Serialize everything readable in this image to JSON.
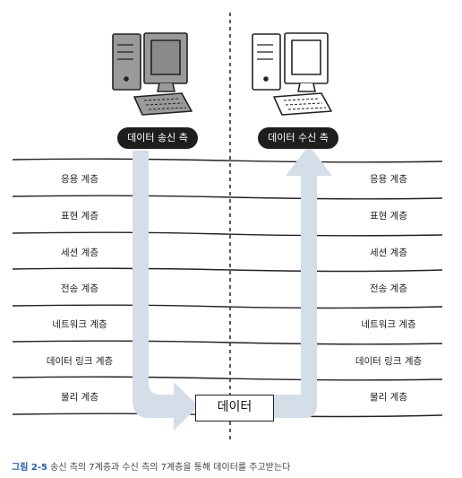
{
  "sender_label": "데이터 송신 측",
  "receiver_label": "데이터 수신 측",
  "data_label": "데이터",
  "layers": [
    "응용 계층",
    "표현 계층",
    "세션 계층",
    "전송 계층",
    "네트워크 계층",
    "데이터 링크 계층",
    "물리 계층"
  ],
  "caption": {
    "label": "그림 2-5",
    "text": " 송신 측의 7계층과 수신 측의 7계층을 통해 데이터를 주고받는다"
  },
  "colors": {
    "arrow": "#d5dde9",
    "line": "#222222",
    "pill": "#1e1e1e",
    "caption_label": "#2a5fa8"
  }
}
